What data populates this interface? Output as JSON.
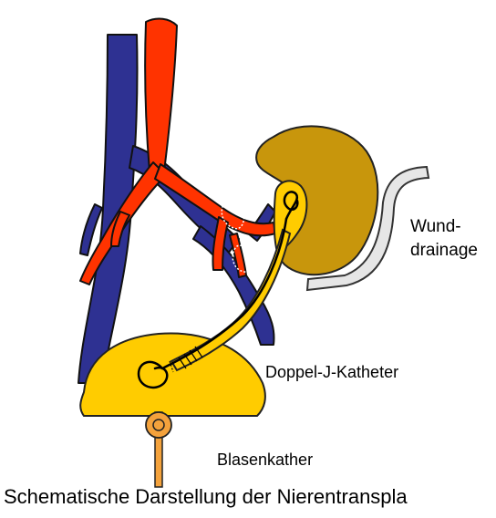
{
  "labels": {
    "wund_line1": "Wund-",
    "wund_line2": "drainage",
    "doppel_j": "Doppel-J-Katheter",
    "blasen": "Blasenkather"
  },
  "caption": "Schematische Darstellung der Nierentranspla",
  "colors": {
    "vein": "#2e3192",
    "artery": "#ff3300",
    "kidney": "#c8960c",
    "bladder": "#ffcc00",
    "ureter": "#ffcc00",
    "catheter": "#f4a23c",
    "drain": "#e6e6e6"
  }
}
